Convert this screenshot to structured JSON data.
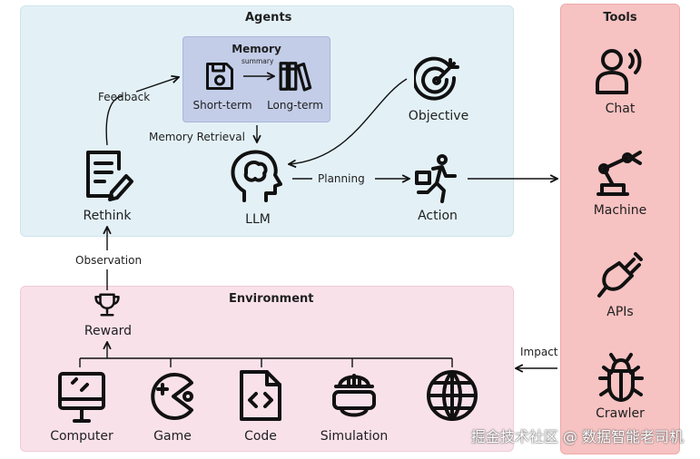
{
  "agents": {
    "title": "Agents",
    "memory": {
      "title": "Memory",
      "summary": "summary",
      "short_term": "Short-term",
      "long_term": "Long-term"
    },
    "feedback": "Feedback",
    "memory_retrieval": "Memory Retrieval",
    "objective": "Objective",
    "rethink": "Rethink",
    "llm": "LLM",
    "planning": "Planning",
    "action": "Action"
  },
  "observation": "Observation",
  "impact": "Impact",
  "environment": {
    "title": "Environment",
    "reward": "Reward",
    "items": [
      "Computer",
      "Game",
      "Code",
      "Simulation",
      "Web"
    ]
  },
  "tools": {
    "title": "Tools",
    "items": [
      "Chat",
      "Machine",
      "APIs",
      "Crawler"
    ]
  },
  "watermark": "掘金技术社区 @ 数据智能老司机",
  "icons": [
    "floppy-disk-icon",
    "books-icon",
    "target-icon",
    "document-pen-icon",
    "head-brain-icon",
    "running-person-icon",
    "trophy-icon",
    "monitor-icon",
    "pacman-icon",
    "code-file-icon",
    "vr-headset-icon",
    "globe-icon",
    "person-speaking-icon",
    "robot-arm-icon",
    "plug-icon",
    "bug-icon"
  ]
}
